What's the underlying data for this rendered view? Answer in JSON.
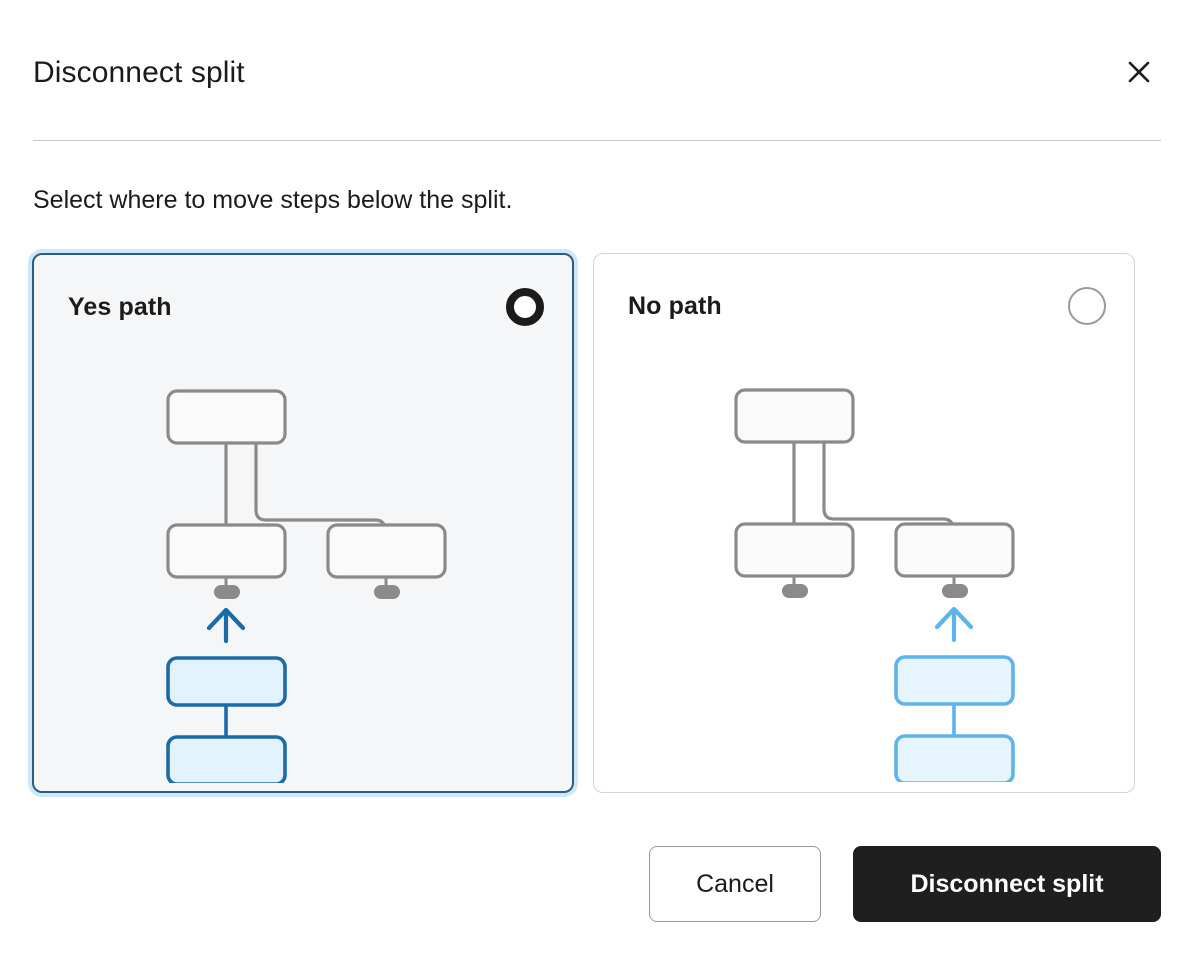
{
  "dialog": {
    "title": "Disconnect split",
    "close_icon": "close-icon",
    "description": "Select where to move steps below the split."
  },
  "options": [
    {
      "id": "yes-path",
      "label": "Yes path",
      "selected": true,
      "radio_icon": "radio-selected-icon",
      "diagram": {
        "type": "flow-tree",
        "highlight_color": "#1b6ba8",
        "highlight_fill": "#e3f3fd",
        "node_stroke": "#8a8a8a",
        "node_fill": "#fafafa",
        "branch": "left",
        "nodes": [
          {
            "name": "root-node",
            "level": 0
          },
          {
            "name": "left-child-node",
            "level": 1
          },
          {
            "name": "right-child-node",
            "level": 1
          },
          {
            "name": "moved-step-node-1",
            "level": 2,
            "highlighted": true
          },
          {
            "name": "moved-step-node-2",
            "level": 3,
            "highlighted": true
          }
        ],
        "arrow": {
          "name": "move-arrow-icon",
          "direction": "up",
          "attaches_to": "left-child-node"
        }
      }
    },
    {
      "id": "no-path",
      "label": "No path",
      "selected": false,
      "radio_icon": "radio-unselected-icon",
      "diagram": {
        "type": "flow-tree",
        "highlight_color": "#5cb4ea",
        "highlight_fill": "#e6f5fd",
        "node_stroke": "#8a8a8a",
        "node_fill": "#fafafa",
        "branch": "right",
        "nodes": [
          {
            "name": "root-node",
            "level": 0
          },
          {
            "name": "left-child-node",
            "level": 1
          },
          {
            "name": "right-child-node",
            "level": 1
          },
          {
            "name": "moved-step-node-1",
            "level": 2,
            "highlighted": true
          },
          {
            "name": "moved-step-node-2",
            "level": 3,
            "highlighted": true
          }
        ],
        "arrow": {
          "name": "move-arrow-icon",
          "direction": "up",
          "attaches_to": "right-child-node"
        }
      }
    }
  ],
  "footer": {
    "cancel_label": "Cancel",
    "confirm_label": "Disconnect split"
  },
  "colors": {
    "selected_card_border": "#2a5d84",
    "selected_card_glow": "#cfe7f7",
    "primary_button_bg": "#1f1f1f",
    "yes_highlight": "#1b6ba8",
    "no_highlight": "#5cb4ea"
  }
}
